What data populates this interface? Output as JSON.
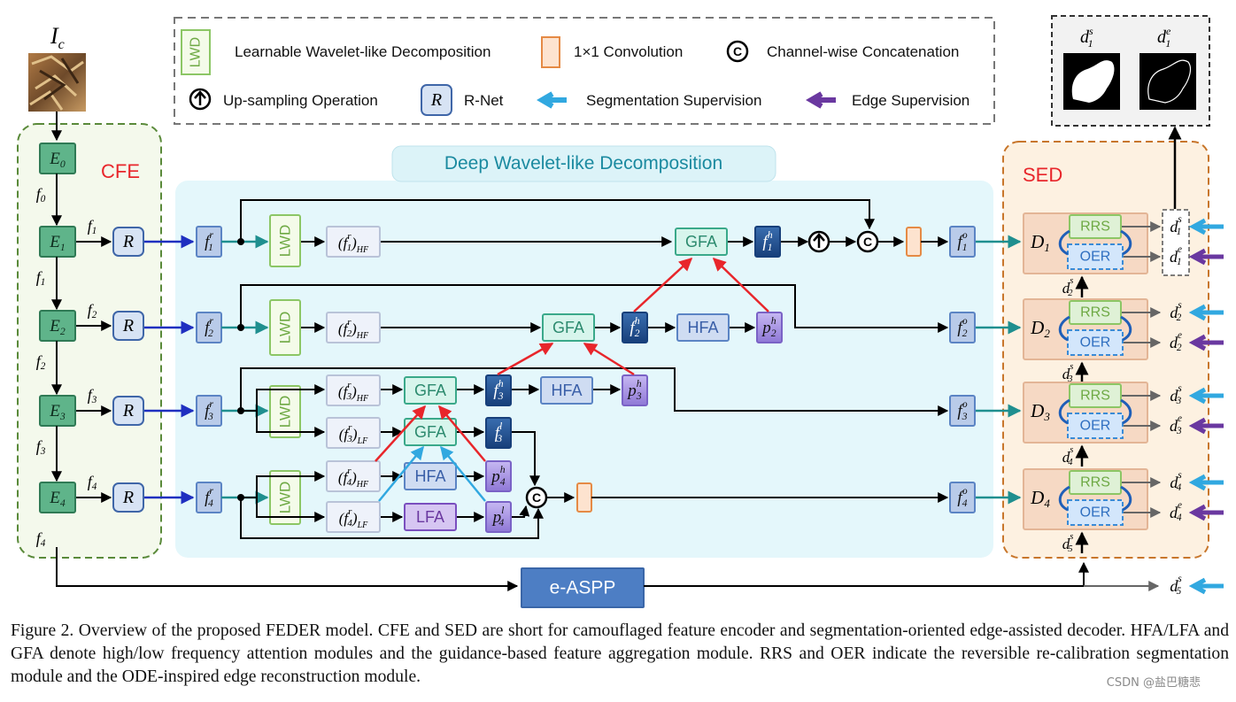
{
  "legend": {
    "lwd_icon": "LWD",
    "lwd": "Learnable Wavelet-like Decomposition",
    "conv": "1×1 Convolution",
    "concat_icon": "C",
    "concat": "Channel-wise Concatenation",
    "upsample": "Up-sampling Operation",
    "rnet_icon": "R",
    "rnet": "R-Net",
    "seg_sup": "Segmentation Supervision",
    "edge_sup": "Edge Supervision"
  },
  "input_label": "I",
  "input_sub": "c",
  "cfe": {
    "title": "CFE",
    "encoders": [
      {
        "base": "E",
        "sub": "0"
      },
      {
        "base": "E",
        "sub": "1"
      },
      {
        "base": "E",
        "sub": "2"
      },
      {
        "base": "E",
        "sub": "3"
      },
      {
        "base": "E",
        "sub": "4"
      }
    ],
    "features": [
      {
        "base": "f",
        "sub": "0"
      },
      {
        "base": "f",
        "sub": "1"
      },
      {
        "base": "f",
        "sub": "2"
      },
      {
        "base": "f",
        "sub": "3"
      },
      {
        "base": "f",
        "sub": "4"
      }
    ],
    "rnet": "R"
  },
  "dwd": {
    "title": "Deep Wavelet-like Decomposition",
    "lwd": "LWD",
    "gfa": "GFA",
    "hfa": "HFA",
    "lfa": "LFA",
    "concat": "C",
    "hf": "HF",
    "lf": "LF"
  },
  "sed": {
    "title": "SED",
    "decoders": [
      {
        "base": "D",
        "sub": "1"
      },
      {
        "base": "D",
        "sub": "2"
      },
      {
        "base": "D",
        "sub": "3"
      },
      {
        "base": "D",
        "sub": "4"
      }
    ],
    "rrs": "RRS",
    "oer": "OER"
  },
  "output": {
    "seg": {
      "base": "d",
      "sup": "s",
      "sub": "1"
    },
    "edge": {
      "base": "d",
      "sup": "e",
      "sub": "1"
    }
  },
  "easpp": "e-ASPP",
  "caption": "Figure 2. Overview of the proposed FEDER model. CFE and SED are short for camouflaged feature encoder and segmentation-oriented edge-assisted decoder. HFA/LFA and GFA denote high/low frequency attention modules and the guidance-based feature aggregation module. RRS and OER indicate the reversible re-calibration segmentation module and the ODE-inspired edge reconstruction module.",
  "watermark": "CSDN @盐巴糖悲",
  "colors": {
    "green_box": "#5aaa7a",
    "cyan_box": "#8fd3c4",
    "blue_box": "#5b84c4",
    "light_blue_box": "#b9cbe9",
    "dark_blue_box": "#1f4e8f",
    "purple_box": "#9b84d9",
    "sed_bg": "#fdf1e1",
    "dwd_bg": "#e4f7fb",
    "cfe_border": "#5a8a3a",
    "sed_border": "#c8762b",
    "arrow_teal": "#1f8f8f",
    "arrow_blue": "#1f2fc0",
    "arrow_red": "#e8262b",
    "arrow_cyan": "#31a8e0",
    "arrow_purple": "#6a38a0",
    "easpp": "#4d7ec4"
  }
}
